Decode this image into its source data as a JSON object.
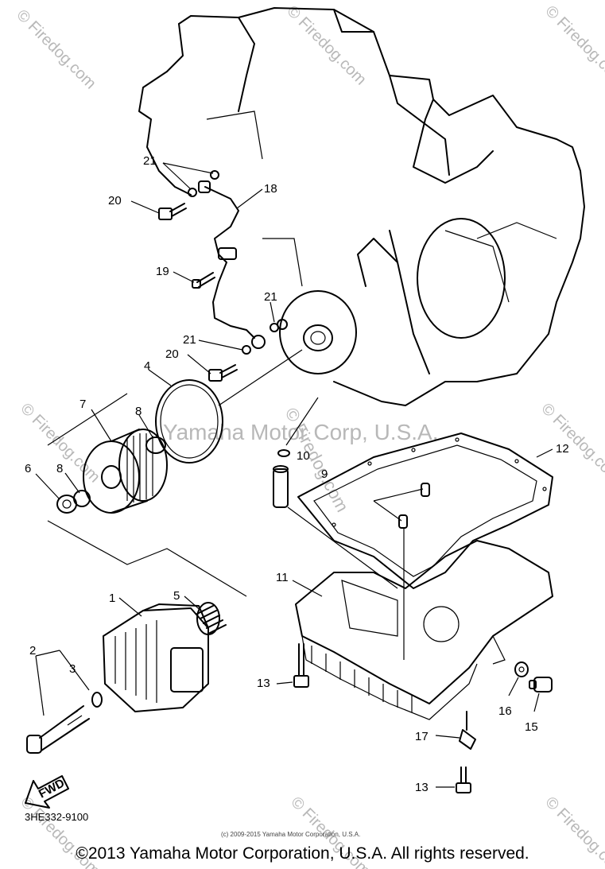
{
  "diagram": {
    "code": "3HE332-9100",
    "fwd_arrow_text": "FWD",
    "watermark_center": "Yamaha Motor Corp, U.S.A.",
    "watermark_site": "© Firedog.com",
    "small_credit": "(c) 2009-2015 Yamaha Motor Corporation, U.S.A.",
    "part_labels": {
      "p1": "1",
      "p2": "2",
      "p3": "3",
      "p4": "4",
      "p5": "5",
      "p6": "6",
      "p7": "7",
      "p8a": "8",
      "p8b": "8",
      "p9": "9",
      "p10": "10",
      "p11": "11",
      "p12": "12",
      "p13a": "13",
      "p13b": "13",
      "p15": "15",
      "p16": "16",
      "p17": "17",
      "p18": "18",
      "p19": "19",
      "p20a": "20",
      "p20b": "20",
      "p21a": "21",
      "p21b": "21",
      "p21c": "21"
    }
  },
  "footer": {
    "copyright": "©2013 Yamaha Motor Corporation, U.S.A. All rights reserved."
  }
}
